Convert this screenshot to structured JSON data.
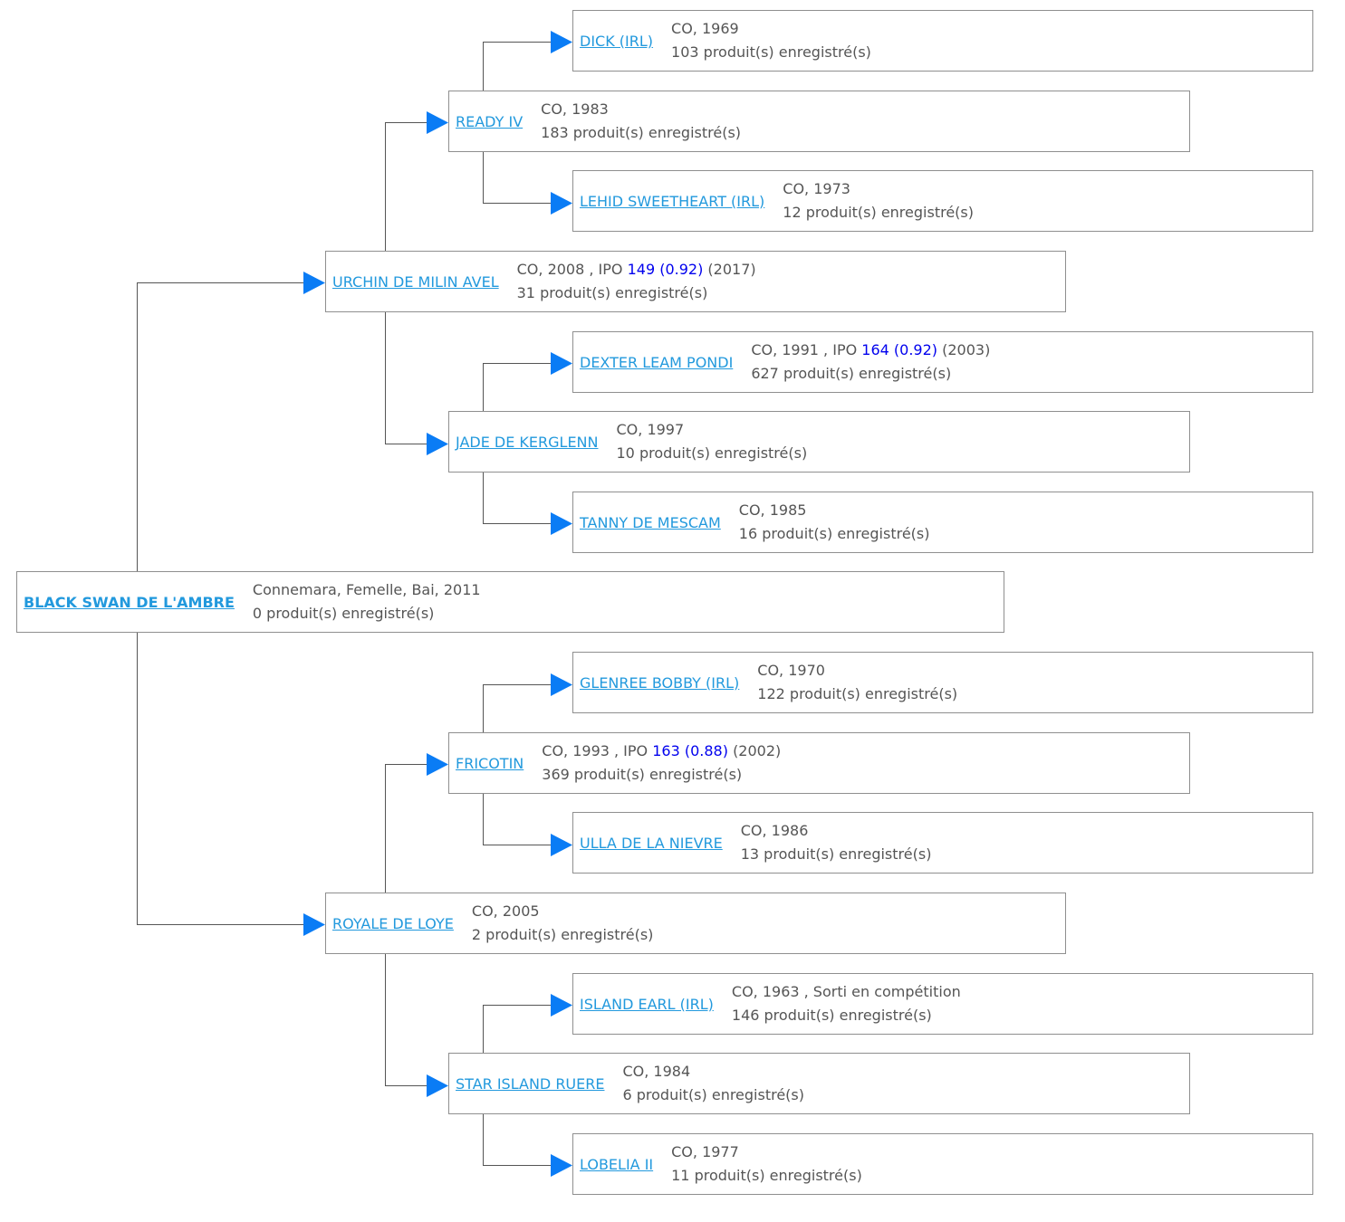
{
  "nodes": [
    {
      "id": "root",
      "name": "BLACK SWAN DE L'AMBRE",
      "details": "Connemara, Femelle, Bai, 2011",
      "products": "0 produit(s) enregistré(s)"
    },
    {
      "id": "sire",
      "name": "URCHIN DE MILIN AVEL",
      "details": "CO, 2008 , IPO",
      "ipo": "149 (0.92)",
      "ipo_year": "(2017)",
      "products": "31 produit(s) enregistré(s)"
    },
    {
      "id": "dam",
      "name": "ROYALE DE LOYE",
      "details": "CO, 2005",
      "products": "2 produit(s) enregistré(s)"
    },
    {
      "id": "sire_sire",
      "name": "READY IV",
      "details": "CO, 1983",
      "products": "183 produit(s) enregistré(s)"
    },
    {
      "id": "sire_dam",
      "name": "JADE DE KERGLENN",
      "details": "CO, 1997",
      "products": "10 produit(s) enregistré(s)"
    },
    {
      "id": "dam_sire",
      "name": "FRICOTIN",
      "details": "CO, 1993 , IPO",
      "ipo": "163 (0.88)",
      "ipo_year": "(2002)",
      "products": "369 produit(s) enregistré(s)"
    },
    {
      "id": "dam_dam",
      "name": "STAR ISLAND RUERE",
      "details": "CO, 1984",
      "products": "6 produit(s) enregistré(s)"
    },
    {
      "id": "sss",
      "name": "DICK (IRL)",
      "details": "CO, 1969",
      "products": "103 produit(s) enregistré(s)"
    },
    {
      "id": "ssd",
      "name": "LEHID SWEETHEART (IRL)",
      "details": "CO, 1973",
      "products": "12 produit(s) enregistré(s)"
    },
    {
      "id": "sds",
      "name": "DEXTER LEAM PONDI",
      "details": "CO, 1991 , IPO",
      "ipo": "164 (0.92)",
      "ipo_year": "(2003)",
      "products": "627 produit(s) enregistré(s)"
    },
    {
      "id": "sdd",
      "name": "TANNY DE MESCAM",
      "details": "CO, 1985",
      "products": "16 produit(s) enregistré(s)"
    },
    {
      "id": "dss",
      "name": "GLENREE BOBBY (IRL)",
      "details": "CO, 1970",
      "products": "122 produit(s) enregistré(s)"
    },
    {
      "id": "dsd",
      "name": "ULLA DE LA NIEVRE",
      "details": "CO, 1986",
      "products": "13 produit(s) enregistré(s)"
    },
    {
      "id": "dds",
      "name": "ISLAND EARL (IRL)",
      "details": "CO, 1963 , Sorti en compétition",
      "products": "146 produit(s) enregistré(s)"
    },
    {
      "id": "ddd",
      "name": "LOBELIA II",
      "details": "CO, 1977",
      "products": "11 produit(s) enregistré(s)"
    }
  ],
  "colors": {
    "link": "#2299dd",
    "text": "#555555",
    "ipo": "#0000ee",
    "arrow": "#0a7cf5",
    "border": "#8f8f8f"
  }
}
